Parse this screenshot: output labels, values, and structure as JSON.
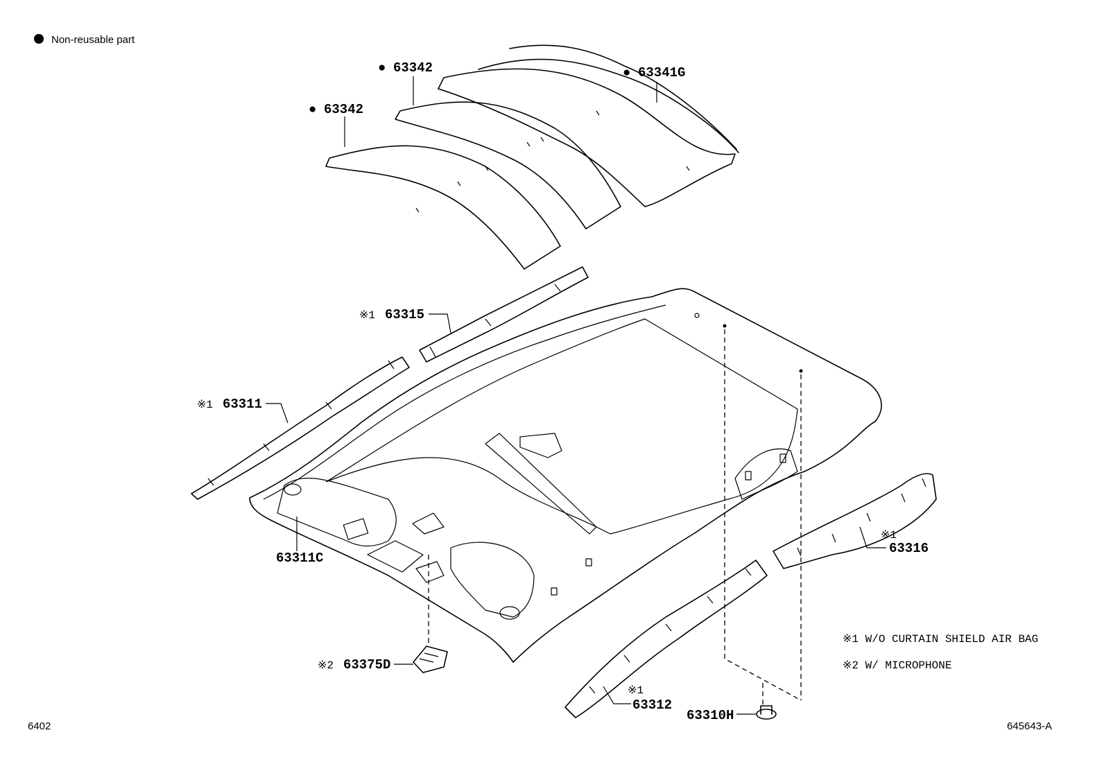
{
  "legend": {
    "symbol": "●",
    "text": "Non-reusable part"
  },
  "parts": {
    "p63342a": "63342",
    "p63342b": "63342",
    "p63341g": "63341G",
    "p63315": "63315",
    "p63311": "63311",
    "p63311c": "63311C",
    "p63375d": "63375D",
    "p63312": "63312",
    "p63316": "63316",
    "p63310h": "63310H"
  },
  "markers": {
    "bullet": "●",
    "note1": "※1",
    "note2": "※2"
  },
  "notes": {
    "note1": "※1 W/O CURTAIN SHIELD AIR BAG",
    "note2": "※2 W/ MICROPHONE"
  },
  "footer": {
    "left_code": "6402",
    "right_code": "645643-A"
  }
}
